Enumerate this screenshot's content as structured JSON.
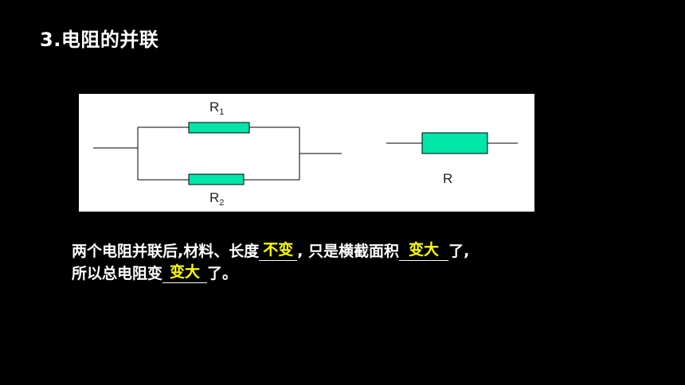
{
  "title": "3.电阻的并联",
  "diagram": {
    "label_r1_main": "R",
    "label_r1_sub": "1",
    "label_r2_main": "R",
    "label_r2_sub": "2",
    "label_r": "R",
    "resistor_fill": "#00E5A8",
    "wire_color": "#000000"
  },
  "text": {
    "line1_a": "两个电阻并联后,材料、长度",
    "answer1": "不变",
    "line1_b": ",  只是横截面积",
    "answer2": "变大",
    "line1_c": "了,",
    "line2_a": "所以总电阻变",
    "answer3": "变大",
    "line2_b": "了。"
  },
  "colors": {
    "background": "#000000",
    "text": "#FFFFFF",
    "answer": "#FFFF00"
  }
}
